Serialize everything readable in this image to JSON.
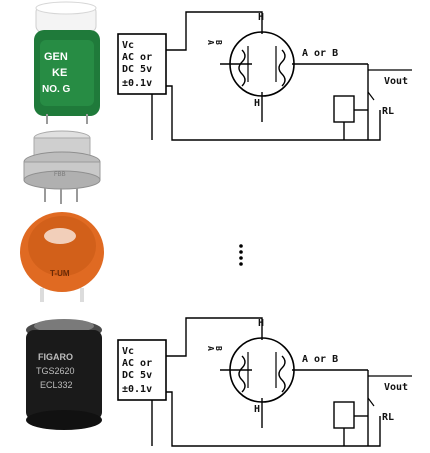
{
  "sensors": [
    {
      "name": "green-gas-sensor",
      "label_lines": [
        "GEN",
        "KE",
        "NO. G"
      ],
      "color": "#1f7a3a"
    },
    {
      "name": "metal-mesh-sensor",
      "label_lines": [
        "FBB"
      ],
      "color": "#b9b9b9"
    },
    {
      "name": "orange-gas-sensor",
      "label_lines": [
        "T-UM"
      ],
      "color": "#e06a22"
    },
    {
      "name": "black-figaro-sensor",
      "label_lines": [
        "FIGARO",
        "TGS2620",
        "ECL332"
      ],
      "color": "#1a1a1a"
    }
  ],
  "circuits": [
    {
      "vc": "Vc",
      "ac": "AC or",
      "dc": "DC 5v",
      "tol": "±0.1v",
      "h_top": "H",
      "h_bot": "H",
      "a_or_b": "A or B",
      "vout": "Vout",
      "rl": "RL",
      "a": "A",
      "b": "B"
    },
    {
      "vc": "Vc",
      "ac": "AC or",
      "dc": "DC 5v",
      "tol": "±0.1v",
      "h_top": "H",
      "h_bot": "H",
      "a_or_b": "A or B",
      "vout": "Vout",
      "rl": "RL",
      "a": "A",
      "b": "B"
    }
  ]
}
